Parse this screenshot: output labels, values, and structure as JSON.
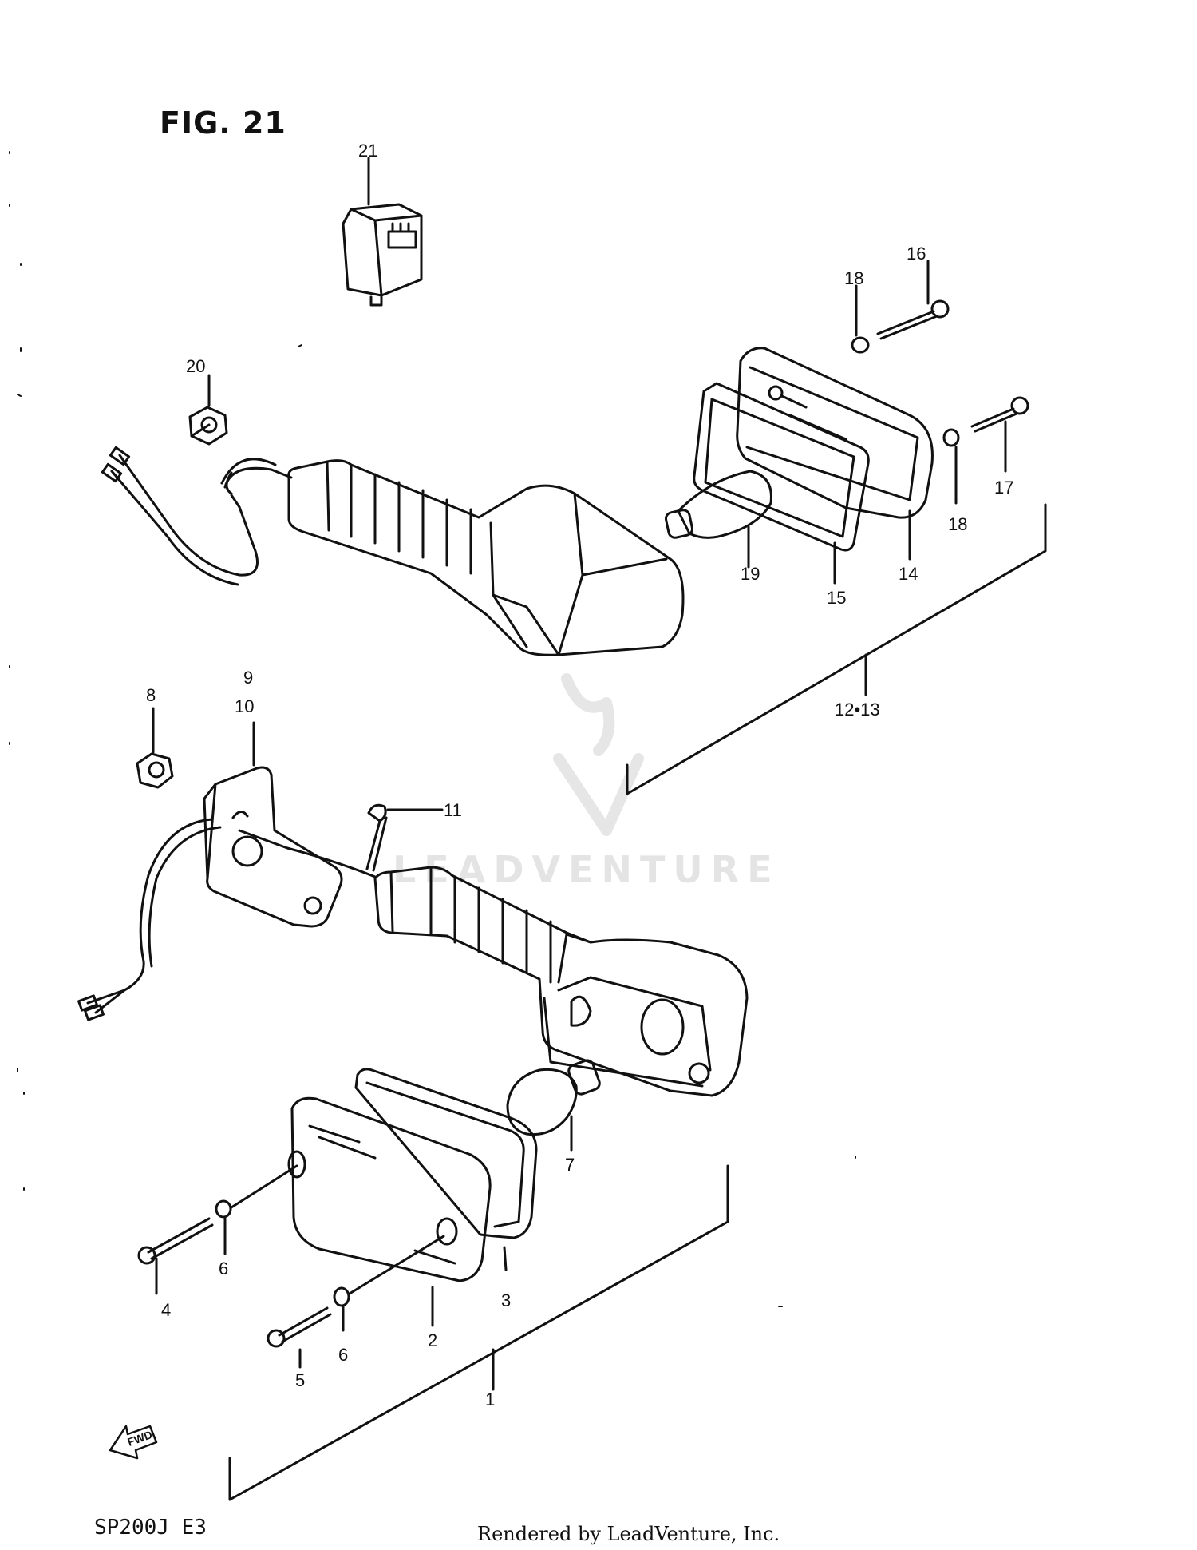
{
  "figure": {
    "title": "FIG. 21",
    "model_code": "SP200J  E3",
    "credit": "Rendered by LeadVenture, Inc.",
    "watermark_text": "LEADVENTURE",
    "fwd_label": "FWD"
  },
  "callouts": [
    "21",
    "20",
    "18",
    "16",
    "17",
    "18",
    "19",
    "15",
    "14",
    "12•13",
    "9",
    "10",
    "8",
    "11",
    "7",
    "6",
    "4",
    "6",
    "5",
    "3",
    "2",
    "1"
  ],
  "colors": {
    "ink": "#111111",
    "watermark": "#e4e4e4",
    "background": "#ffffff"
  }
}
